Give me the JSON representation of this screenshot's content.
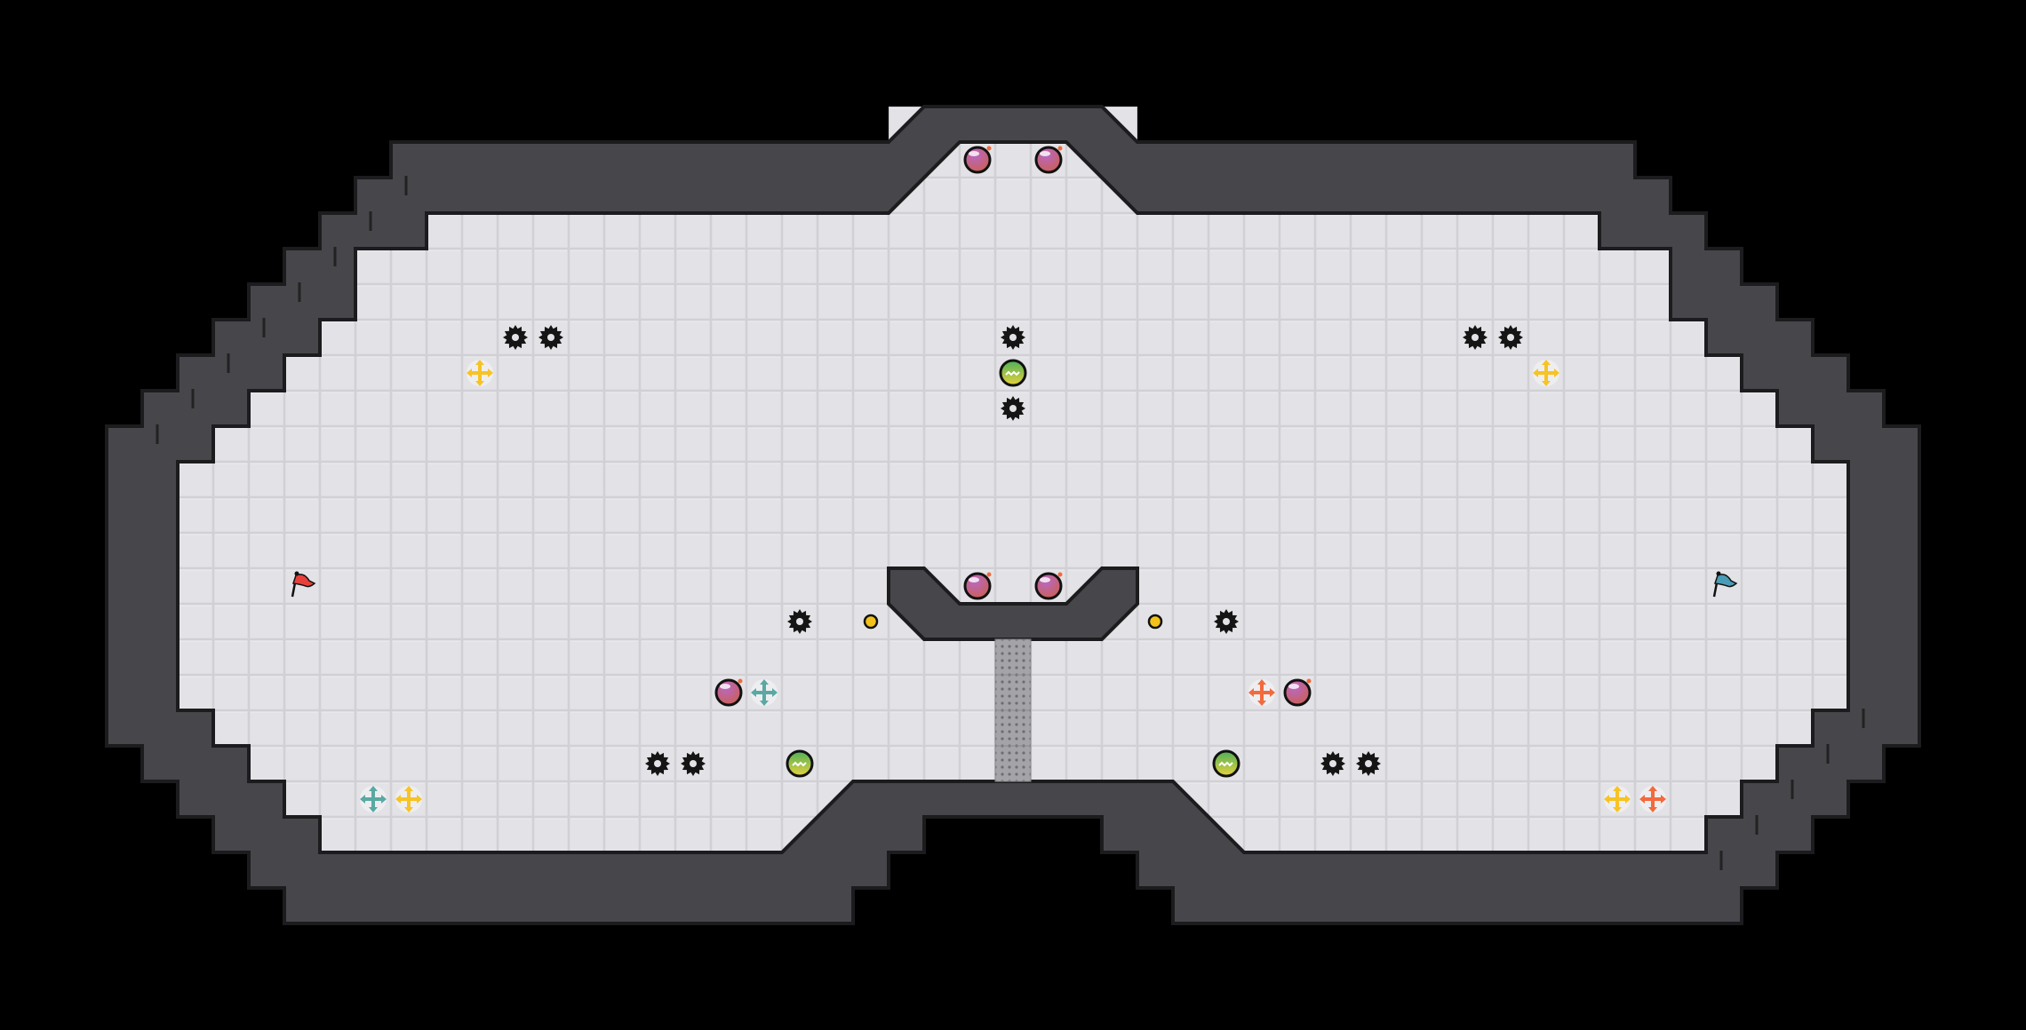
{
  "game": {
    "view": "map-overview",
    "colors": {
      "background": "#000000",
      "floor": "#e3e3e7",
      "floor_line": "#cfcfd4",
      "wall": "#47474b",
      "wall_outline": "#1c1c1e",
      "bomb": "#9b4f9c",
      "spike": "#151515",
      "powerup": "#7cc142",
      "boost_yellow": "#f7c325",
      "boost_teal": "#5aa9a3",
      "boost_red": "#f26a3d",
      "button": "#f2c21a",
      "red_flag": "#e8403a",
      "blue_flag": "#4a9bb5",
      "gate_tile": "#9a9a9e"
    },
    "entity_types": [
      "bomb",
      "spike",
      "powerup",
      "boost-yellow",
      "boost-teal",
      "boost-red",
      "button",
      "red-flag",
      "blue-flag",
      "gate-tile"
    ]
  }
}
